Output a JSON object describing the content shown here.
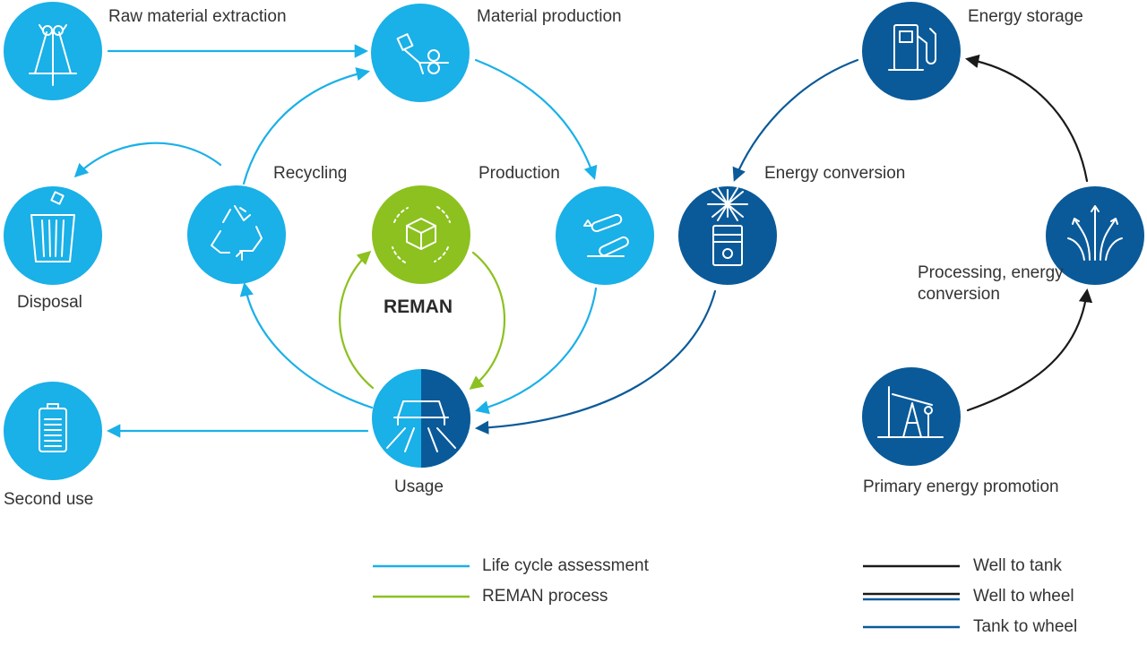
{
  "colors": {
    "light_blue": "#1ab0e8",
    "dark_blue": "#0a5a99",
    "green": "#8cc11f",
    "black": "#1a1a1a"
  },
  "nodes": {
    "raw_material_extraction": {
      "label": "Raw material extraction",
      "icon": "mine-tower-icon"
    },
    "material_production": {
      "label": "Material production",
      "icon": "rolling-mill-icon"
    },
    "recycling": {
      "label": "Recycling",
      "icon": "recycle-icon"
    },
    "production": {
      "label": "Production",
      "icon": "robot-arm-icon"
    },
    "disposal": {
      "label": "Disposal",
      "icon": "trash-bin-icon"
    },
    "reman": {
      "label": "REMAN",
      "icon": "box-cycle-icon"
    },
    "usage": {
      "label": "Usage",
      "icon": "car-road-icon"
    },
    "second_use": {
      "label": "Second use",
      "icon": "battery-icon"
    },
    "energy_storage": {
      "label": "Energy storage",
      "icon": "fuel-pump-icon"
    },
    "energy_conversion": {
      "label": "Energy conversion",
      "icon": "engine-piston-icon"
    },
    "processing": {
      "label": "Processing, energy conversion",
      "icon": "branching-arrows-icon"
    },
    "primary_energy": {
      "label": "Primary energy promotion",
      "icon": "oil-pump-icon"
    }
  },
  "legend": {
    "life_cycle_assessment": "Life cycle assessment",
    "reman_process": "REMAN process",
    "well_to_tank": "Well to tank",
    "well_to_wheel": "Well to wheel",
    "tank_to_wheel": "Tank to wheel"
  }
}
